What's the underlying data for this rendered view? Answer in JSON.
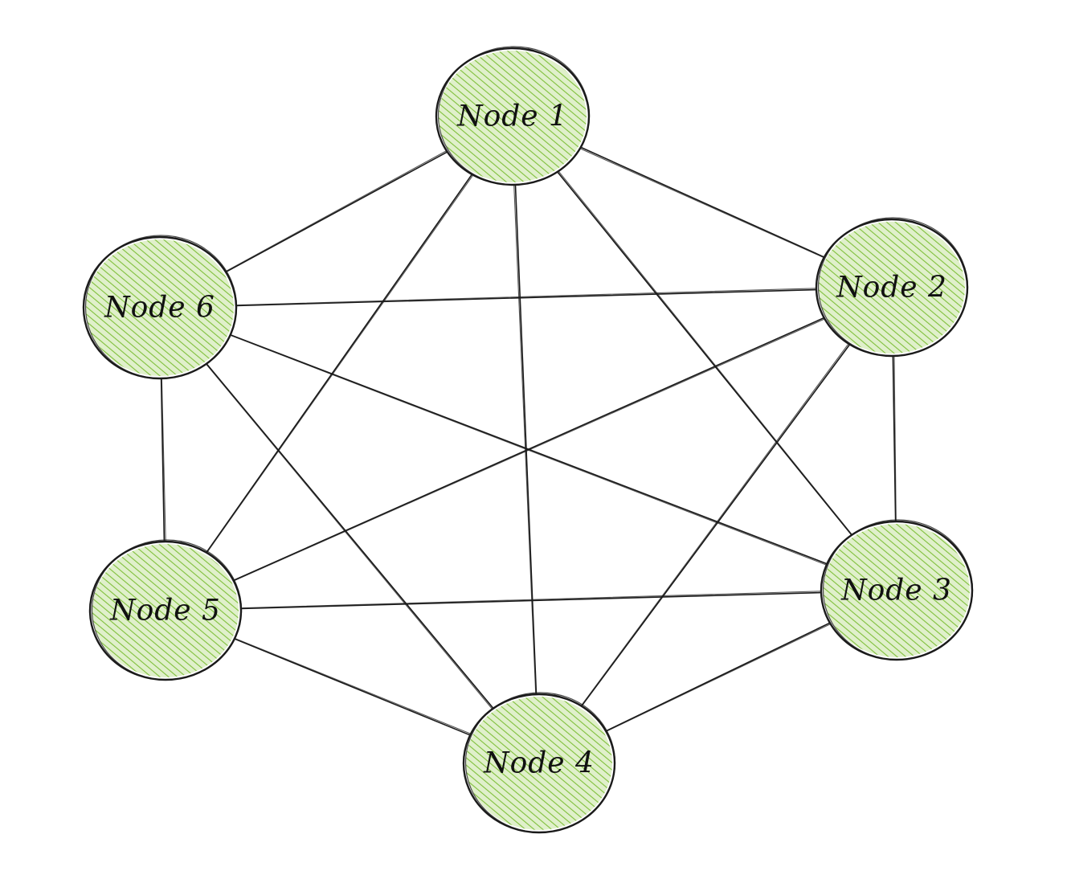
{
  "colors": {
    "node_fill": "#a6d36a",
    "node_hatch": "#7fbf3a",
    "stroke": "#1b1b1b",
    "background": "#ffffff"
  },
  "nodes": [
    {
      "id": "1",
      "label": "Node 1"
    },
    {
      "id": "2",
      "label": "Node 2"
    },
    {
      "id": "3",
      "label": "Node 3"
    },
    {
      "id": "4",
      "label": "Node 4"
    },
    {
      "id": "5",
      "label": "Node 5"
    },
    {
      "id": "6",
      "label": "Node 6"
    }
  ],
  "edges": [
    [
      "1",
      "2"
    ],
    [
      "1",
      "3"
    ],
    [
      "1",
      "4"
    ],
    [
      "1",
      "5"
    ],
    [
      "1",
      "6"
    ],
    [
      "2",
      "3"
    ],
    [
      "2",
      "4"
    ],
    [
      "2",
      "5"
    ],
    [
      "2",
      "6"
    ],
    [
      "3",
      "4"
    ],
    [
      "3",
      "5"
    ],
    [
      "3",
      "6"
    ],
    [
      "4",
      "5"
    ],
    [
      "4",
      "6"
    ],
    [
      "5",
      "6"
    ]
  ]
}
